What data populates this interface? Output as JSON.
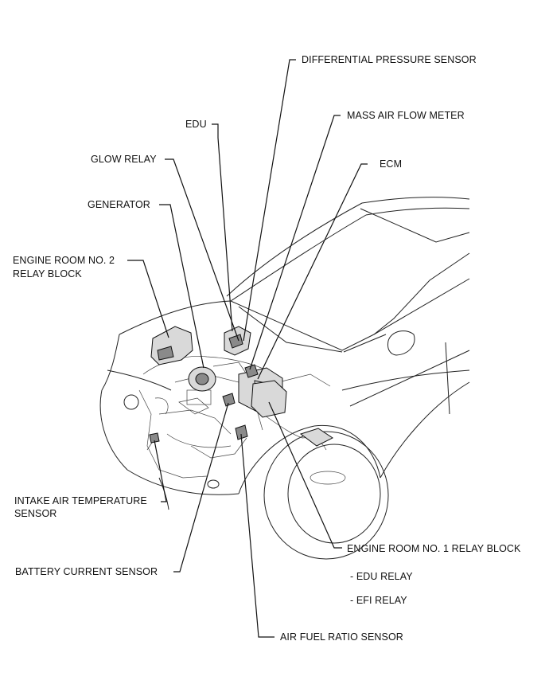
{
  "labels": {
    "differential_pressure_sensor": "DIFFERENTIAL PRESSURE SENSOR",
    "mass_air_flow_meter": "MASS AIR FLOW METER",
    "edu": "EDU",
    "ecm": "ECM",
    "glow_relay": "GLOW RELAY",
    "generator": "GENERATOR",
    "engine_room_no2_line1": "ENGINE ROOM NO. 2",
    "engine_room_no2_line2": "RELAY BLOCK",
    "intake_air_temp_line1": "INTAKE AIR TEMPERATURE",
    "intake_air_temp_line2": "SENSOR",
    "battery_current_sensor": "BATTERY CURRENT SENSOR",
    "engine_room_no1_relay_block": "ENGINE ROOM NO. 1 RELAY BLOCK",
    "edu_relay": "- EDU RELAY",
    "efi_relay": "- EFI RELAY",
    "air_fuel_ratio_sensor": "AIR FUEL RATIO SENSOR"
  }
}
